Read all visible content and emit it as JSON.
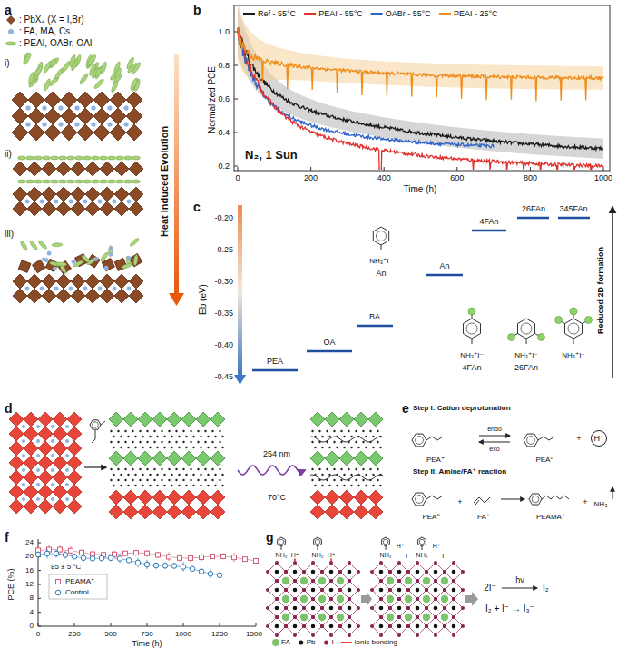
{
  "diagram": {
    "nodes": [
      {
        "text": [
          "H⁺"
        ]
      }
    ],
    "labels": [
      "a",
      "i)",
      "ii)",
      "iii)",
      "Heat Induced Evolution",
      "b",
      "Normalized PCE",
      "0.2",
      "0.4",
      "0.6",
      "0.8",
      "1.0",
      "0",
      "200",
      "400",
      "600",
      "800",
      "1000",
      "Time (h)",
      "N₂, 1 Sun",
      "c",
      "Eb (eV)",
      "-0.20",
      "-0.25",
      "-0.30",
      "-0.35",
      "-0.40",
      "-0.45",
      "PEA",
      "OA",
      "BA",
      "NH₃⁺I⁻",
      "An",
      "An",
      "4FAn",
      "26FAn",
      "345FAn",
      "NH₃⁺I⁻",
      "4FAn",
      "NH₃⁺I⁻",
      "26FAn",
      "NH₃⁺I⁻",
      "Reduced 2D formation",
      "d",
      "254 nm",
      "70°C",
      "e",
      "Step I: Cation deprotonation",
      "PEA⁺",
      "endo",
      "exo",
      "PEA⁰",
      "+",
      "Step II: Amine/FA⁺ reaction",
      "PEA⁰",
      "+",
      "FA⁺",
      "PEAMA⁺",
      "+",
      "NH₃",
      "f",
      "PCE (%)",
      "0",
      "4",
      "8",
      "12",
      "16",
      "20",
      "24",
      "0",
      "250",
      "500",
      "750",
      "1000",
      "1250",
      "1500",
      "Time (h)",
      "85 ± 5 °C",
      "g",
      "NH₂",
      "H⁺",
      "NH₂",
      "H⁺",
      "NH₂",
      "H⁺",
      "I⁻",
      "NH₂",
      "H⁺",
      "I⁻",
      "2I⁻",
      "hν",
      "I₂",
      "I₂ + I⁻ → I₃⁻"
    ],
    "legend": [
      {
        "text": ": PbX₄ (X = I,Br)"
      },
      {
        "text": ": FA, MA, Cs"
      },
      {
        "text": ": PEAI, OABr, OAI"
      },
      {
        "text": "Ref - 55°C"
      },
      {
        "text": "PEAI - 55°C"
      },
      {
        "text": "OABr - 55°C"
      },
      {
        "text": "PEAI - 25°C"
      },
      {
        "text": "PEAMA⁺"
      },
      {
        "text": "Control"
      },
      {
        "text": "FA"
      },
      {
        "text": "Pb"
      },
      {
        "text": "I"
      },
      {
        "text": "ionic bonding"
      }
    ]
  }
}
